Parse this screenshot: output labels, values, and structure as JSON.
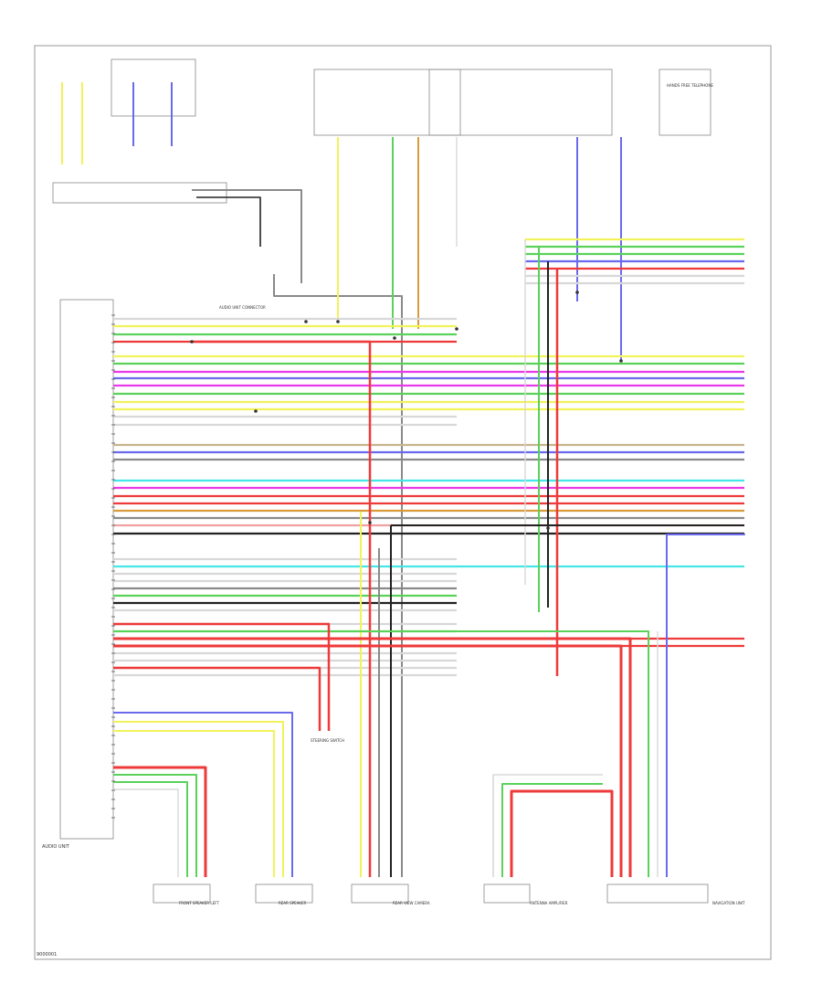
{
  "colors": {
    "yellow": "#f2f25a",
    "green": "#5ad25a",
    "red": "#ee3a3a",
    "blue": "#6a6aee",
    "magenta": "#e83ae8",
    "cyan": "#44e6e6",
    "orange": "#d89a3a",
    "gray": "#8a8a8a",
    "black": "#222222",
    "white": "#d8d8d8",
    "pink": "#f0a0a0",
    "tan": "#c8b48c"
  },
  "labels": {
    "audio_unit": "AUDIO UNIT",
    "page_number": "9000001",
    "audio_unit_connector": "AUDIO UNIT CONNECTOR",
    "steering_switch": "STEERING SWITCH",
    "front_speaker_left": "FRONT SPEAKER LEFT",
    "rear_speaker": "REAR SPEAKER",
    "rear_view_camera": "REAR VIEW CAMERA",
    "antenna_amplifier": "ANTENNA AMPLIFIER",
    "navigation_unit": "NAVIGATION UNIT",
    "hands_free_telephone": "HANDS FREE TELEPHONE"
  }
}
